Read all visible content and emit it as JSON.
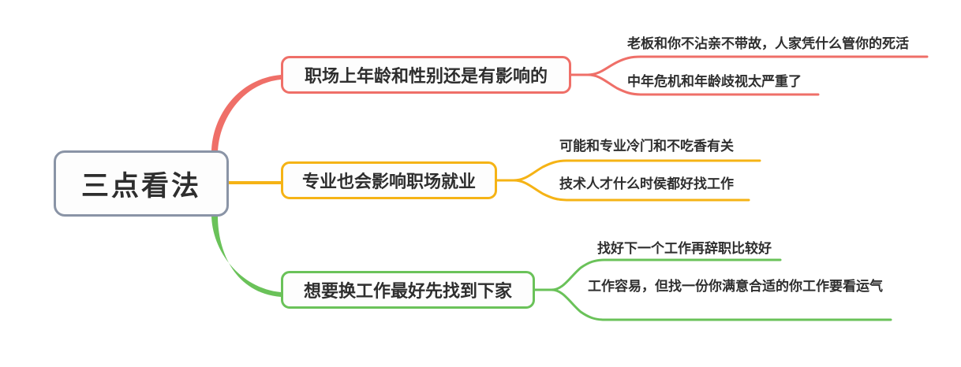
{
  "diagram": {
    "type": "mind-map",
    "title": "三点看法",
    "root": {
      "label": "三点看法",
      "border_color": "#8a94a6"
    },
    "branches": [
      {
        "label": "职场上年龄和性别还是有影响的",
        "color": "#ef6f68",
        "leaves": [
          "老板和你不沾亲不带故，人家凭什么管你的死活",
          "中年危机和年龄歧视太严重了"
        ]
      },
      {
        "label": "专业也会影响职场就业",
        "color": "#f5b315",
        "leaves": [
          "可能和专业冷门和不吃香有关",
          "技术人才什么时侯都好找工作"
        ]
      },
      {
        "label": "想要换工作最好先找到下家",
        "color": "#6ac259",
        "leaves": [
          "找好下一个工作再辞职比较好",
          "工作容易，但找一份你满意合适的你工作要看运气"
        ]
      }
    ]
  }
}
